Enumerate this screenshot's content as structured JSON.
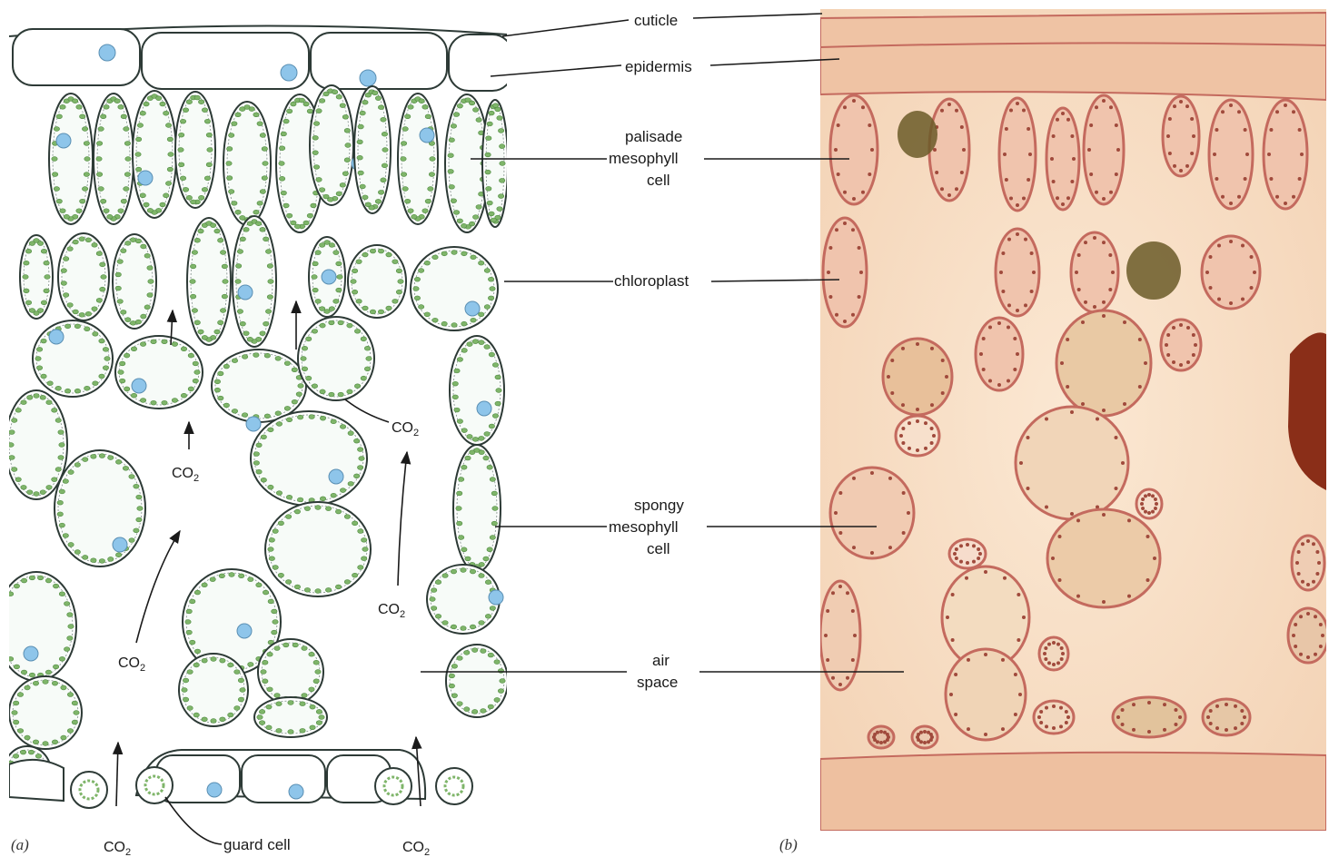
{
  "panels": {
    "a": "(a)",
    "b": "(b)"
  },
  "labels": {
    "cuticle": "cuticle",
    "epidermis": "epidermis",
    "palisade_1": "palisade",
    "palisade_2": "mesophyll",
    "palisade_3": "cell",
    "chloroplast": "chloroplast",
    "spongy_1": "spongy",
    "spongy_2": "mesophyll",
    "spongy_3": "cell",
    "air_1": "air",
    "air_2": "space",
    "guard_cell": "guard cell"
  },
  "co2": {
    "main": "CO",
    "subscript": "2"
  },
  "colors": {
    "cell_wall": "#2d3a36",
    "chloroplast": "#7fb56a",
    "nucleus": "#8ec5ea",
    "micrograph_bg": "#f7ddc4",
    "micrograph_stain": "#c46a5e"
  }
}
